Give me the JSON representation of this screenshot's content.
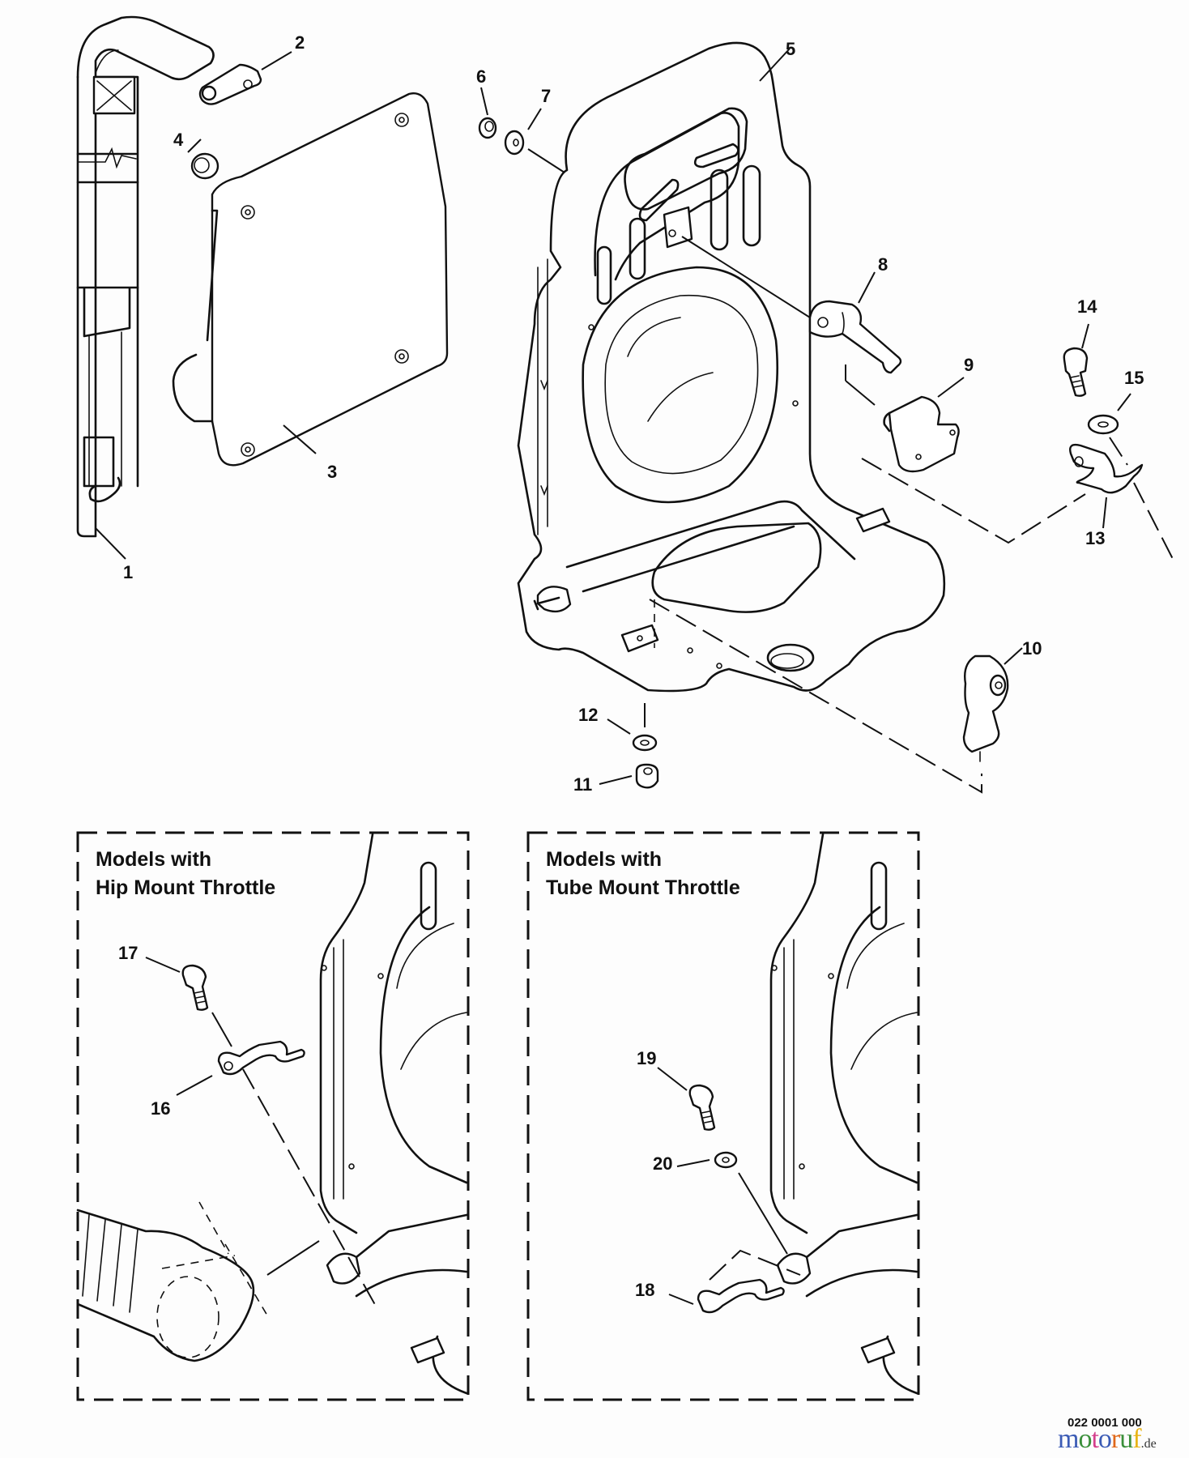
{
  "diagram": {
    "type": "exploded-parts-diagram",
    "subject": "backpack blower frame and harness assembly",
    "callouts": [
      {
        "id": "c1",
        "label": "1"
      },
      {
        "id": "c2",
        "label": "2"
      },
      {
        "id": "c3",
        "label": "3"
      },
      {
        "id": "c4",
        "label": "4"
      },
      {
        "id": "c5",
        "label": "5"
      },
      {
        "id": "c6",
        "label": "6"
      },
      {
        "id": "c7",
        "label": "7"
      },
      {
        "id": "c8",
        "label": "8"
      },
      {
        "id": "c9",
        "label": "9"
      },
      {
        "id": "c10",
        "label": "10"
      },
      {
        "id": "c11",
        "label": "11"
      },
      {
        "id": "c12",
        "label": "12"
      },
      {
        "id": "c13",
        "label": "13"
      },
      {
        "id": "c14",
        "label": "14"
      },
      {
        "id": "c15",
        "label": "15"
      },
      {
        "id": "c16",
        "label": "16"
      },
      {
        "id": "c17",
        "label": "17"
      },
      {
        "id": "c18",
        "label": "18"
      },
      {
        "id": "c19",
        "label": "19"
      },
      {
        "id": "c20",
        "label": "20"
      }
    ],
    "insets": [
      {
        "id": "hip",
        "title_line1": "Models with",
        "title_line2": "Hip Mount Throttle"
      },
      {
        "id": "tube",
        "title_line1": "Models with",
        "title_line2": "Tube Mount Throttle"
      }
    ],
    "drawing_code": "022 0001 000"
  },
  "watermark": {
    "letters": [
      "m",
      "o",
      "t",
      "o",
      "r",
      "u",
      "f"
    ],
    "colors": [
      "#3b5bb5",
      "#3a8f3a",
      "#d43f8d",
      "#3b5bb5",
      "#e0681a",
      "#3a8f3a",
      "#e8b417"
    ],
    "suffix": ".de"
  }
}
